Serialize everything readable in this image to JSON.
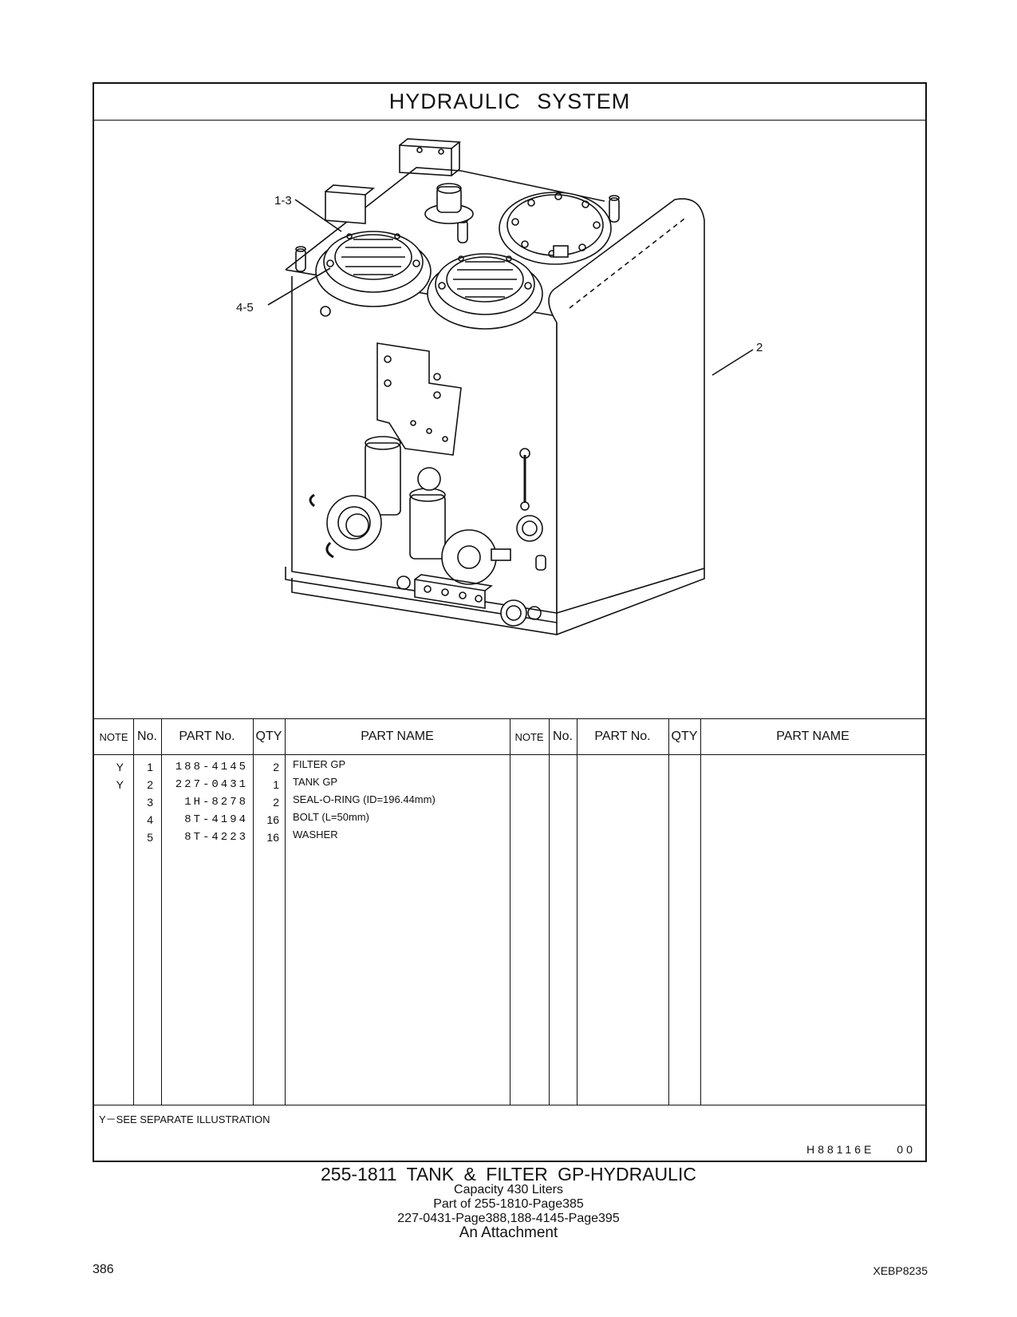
{
  "header": {
    "title": "HYDRAULIC  SYSTEM"
  },
  "callouts": {
    "c1": "1-3",
    "c2": "4-5",
    "c3": "2"
  },
  "table": {
    "headers": {
      "note": "NOTE",
      "no": "No.",
      "part_no": "PART No.",
      "qty": "QTY",
      "part_name": "PART NAME"
    },
    "rows": [
      {
        "note": "Y",
        "no": "1",
        "part_no": "188-4145",
        "qty": "2",
        "name": "FILTER  GP"
      },
      {
        "note": "Y",
        "no": "2",
        "part_no": "227-0431",
        "qty": "1",
        "name": "TANK  GP"
      },
      {
        "note": "",
        "no": "3",
        "part_no": "1H-8278",
        "qty": "2",
        "name": "SEAL-O-RING (ID=196.44mm)"
      },
      {
        "note": "",
        "no": "4",
        "part_no": "8T-4194",
        "qty": "16",
        "name": "BOLT (L=50mm)"
      },
      {
        "note": "",
        "no": "5",
        "part_no": "8T-4223",
        "qty": "16",
        "name": "WASHER"
      }
    ]
  },
  "footnote": "Y－SEE  SEPARATE  ILLUSTRATION",
  "drawing_code": "H88116E",
  "drawing_rev": "00",
  "caption": {
    "main": "255-1811   TANK  &  FILTER  GP-HYDRAULIC",
    "line2": "Capacity  430  Liters",
    "line3": "Part of 255-1810-Page385",
    "line4": "227-0431-Page388,188-4145-Page395",
    "line5": "An Attachment"
  },
  "page_number": "386",
  "doc_id": "XEBP8235"
}
